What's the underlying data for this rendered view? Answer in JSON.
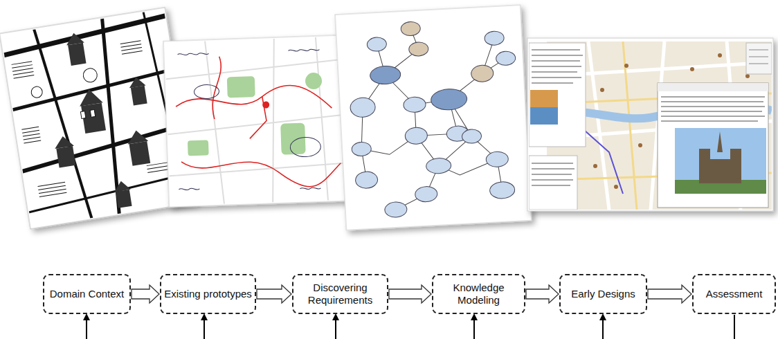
{
  "diagram": {
    "nodes": [
      {
        "text": [
          "Domain Context"
        ]
      },
      {
        "text": [
          "Existing prototypes"
        ]
      },
      {
        "text": [
          "Discovering Requirements"
        ]
      },
      {
        "text": [
          "Knowledge Modeling"
        ]
      },
      {
        "text": [
          "Early Designs"
        ]
      },
      {
        "text": [
          "Assessment"
        ]
      }
    ],
    "edges": [
      {
        "from": 0,
        "to": 1,
        "arrow": "to"
      },
      {
        "from": 1,
        "to": 2,
        "arrow": "to"
      },
      {
        "from": 2,
        "to": 3,
        "arrow": "to"
      },
      {
        "from": 3,
        "to": 4,
        "arrow": "to"
      },
      {
        "from": 4,
        "to": 5,
        "arrow": "to"
      }
    ]
  }
}
